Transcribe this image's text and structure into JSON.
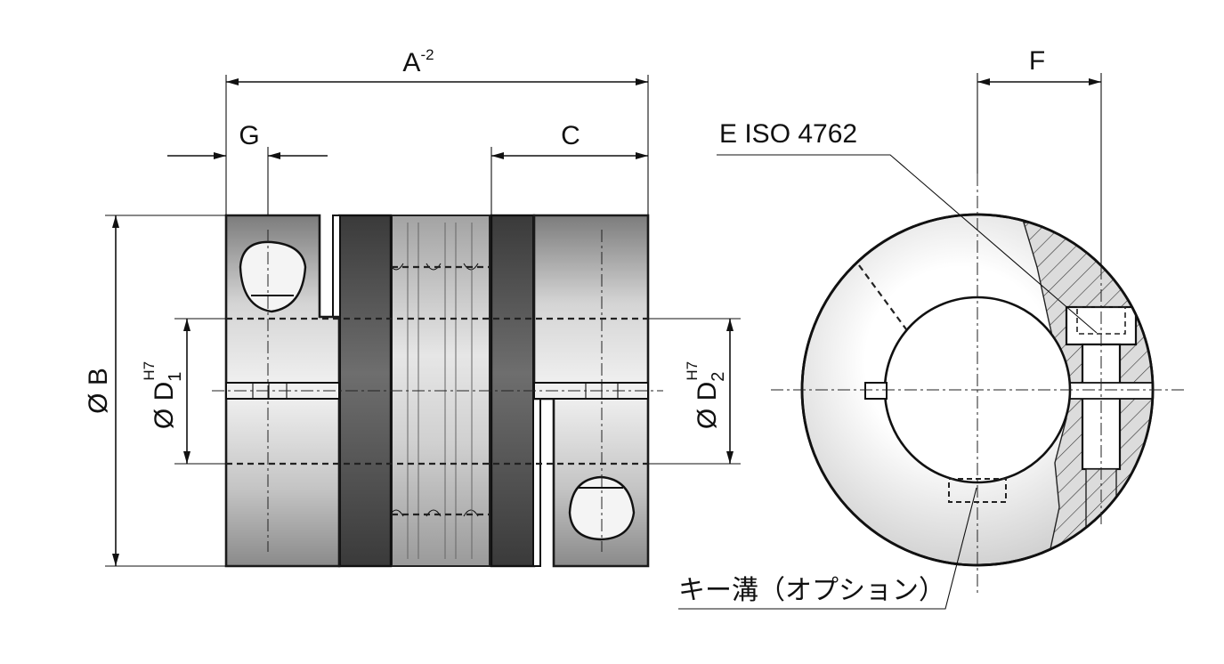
{
  "labels": {
    "dim_a": "A",
    "dim_a_tol": "-2",
    "dim_g": "G",
    "dim_c": "C",
    "dim_f": "F",
    "dim_b": "Ø B",
    "dim_d1": "Ø D",
    "dim_d1_sub": "1",
    "dim_d1_fit": "H7",
    "dim_d2": "Ø D",
    "dim_d2_sub": "2",
    "dim_d2_fit": "H7",
    "screw": "E ISO 4762",
    "keyway": "キー溝（オプション）"
  }
}
